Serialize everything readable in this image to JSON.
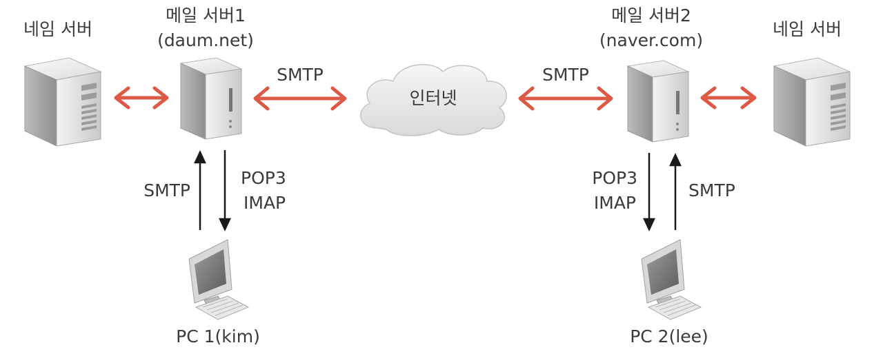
{
  "labels": {
    "name_server_left": "네임 서버",
    "mail_server1_title": "메일 서버1",
    "mail_server1_domain": "(daum.net)",
    "mail_server2_title": "메일 서버2",
    "mail_server2_domain": "(naver.com)",
    "name_server_right": "네임 서버",
    "internet": "인터넷",
    "smtp_left_internet": "SMTP",
    "smtp_right_internet": "SMTP",
    "pc1_up_protocol": "SMTP",
    "pc1_down_protocol_1": "POP3",
    "pc1_down_protocol_2": "IMAP",
    "pc2_down_protocol_1": "POP3",
    "pc2_down_protocol_2": "IMAP",
    "pc2_up_protocol": "SMTP",
    "pc1": "PC 1(kim)",
    "pc2": "PC 2(lee)"
  },
  "colors": {
    "arrow_red": "#DC5A45",
    "arrow_black": "#1a1a1a",
    "text": "#3a3a3a"
  }
}
